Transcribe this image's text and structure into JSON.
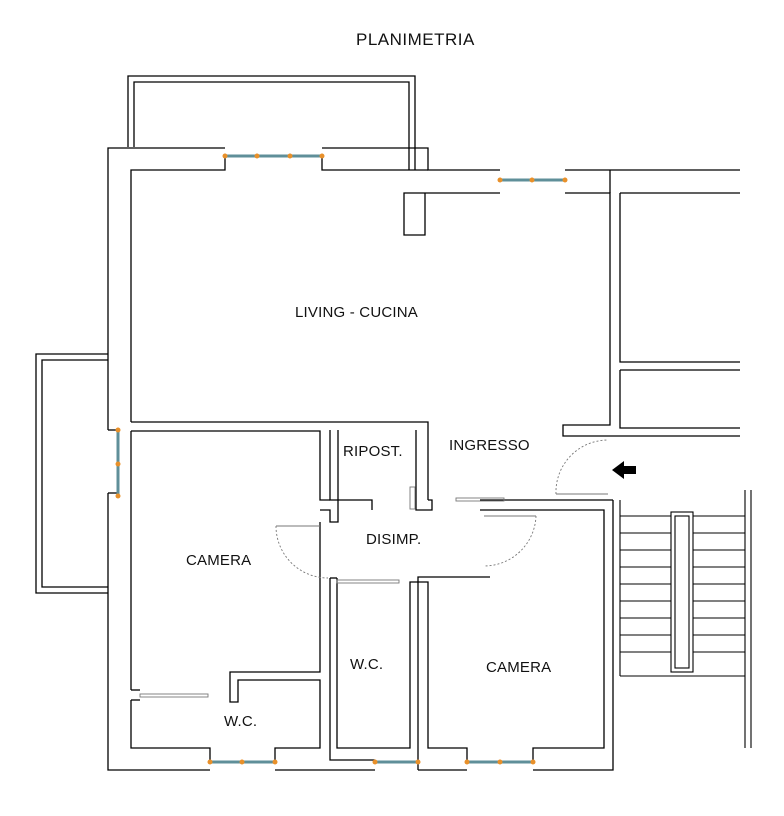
{
  "title": "PLANIMETRIA",
  "rooms": {
    "living": "LIVING - CUCINA",
    "ingresso": "INGRESSO",
    "ripost": "RIPOST.",
    "disimp": "DISIMP.",
    "camera_left": "CAMERA",
    "camera_right": "CAMERA",
    "wc_center": "W.C.",
    "wc_bottom": "W.C."
  },
  "colors": {
    "wall": "#000000",
    "window_glass": "#5f8f99",
    "window_node": "#e8902a",
    "door": "#888888"
  },
  "icons": {
    "entrance": "entrance-arrow-icon"
  }
}
